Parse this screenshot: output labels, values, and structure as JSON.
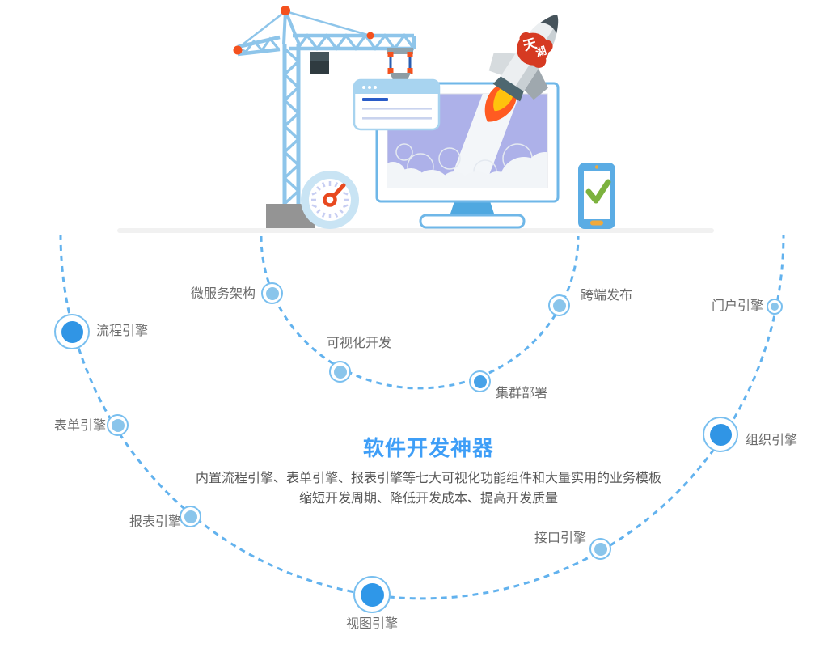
{
  "headline": {
    "title": "软件开发神器",
    "line1": "内置流程引擎、表单引擎、报表引擎等七大可视化功能组件和大量实用的业务模板",
    "line2": "缩短开发周期、降低开发成本、提高开发质量"
  },
  "features": [
    {
      "id": "process-engine",
      "label": "流程引擎"
    },
    {
      "id": "microservice-architecture",
      "label": "微服务架构"
    },
    {
      "id": "visual-development",
      "label": "可视化开发"
    },
    {
      "id": "cluster-deployment",
      "label": "集群部署"
    },
    {
      "id": "cross-platform-release",
      "label": "跨端发布"
    },
    {
      "id": "portal-engine",
      "label": "门户引擎"
    },
    {
      "id": "form-engine",
      "label": "表单引擎"
    },
    {
      "id": "organization-engine",
      "label": "组织引擎"
    },
    {
      "id": "report-engine",
      "label": "报表引擎"
    },
    {
      "id": "interface-engine",
      "label": "接口引擎"
    },
    {
      "id": "view-engine",
      "label": "视图引擎"
    }
  ],
  "hero": {
    "icons": [
      "tower-crane-icon",
      "timer-clock-icon",
      "browser-window-icon",
      "monitor-icon",
      "rocket-icon",
      "smartphone-check-icon"
    ],
    "seal_char1": "天",
    "seal_char2": "湖"
  },
  "colors": {
    "accent_blue": "#3E9EF7",
    "dash_blue": "#62B2EE",
    "dot_large_fill": "#3095E5",
    "dot_light_fill": "#8AC5EB",
    "crane_blue": "#8EC5EA",
    "screen_purple": "#ADB1E9",
    "flame_orange": "#FF5B22",
    "flame_yellow": "#FFC30D",
    "check_green": "#7CB23E",
    "seal_red": "#D63A22",
    "label_gray": "#6B6B6B"
  }
}
